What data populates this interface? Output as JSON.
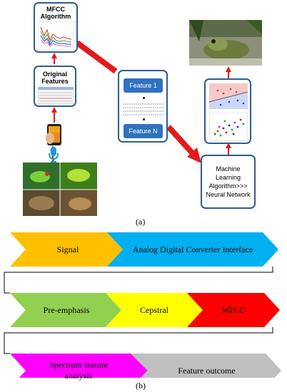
{
  "panel_a": {
    "mfcc_label_line1": "MFCC",
    "mfcc_label_line2": "Algorithm",
    "original_label_line1": "Original",
    "original_label_line2": "Features",
    "feature_first": "Feature 1",
    "feature_last": "Feature N",
    "ml_line1": "Machine",
    "ml_line2": "Learning",
    "ml_line3": "Algorithm>>>",
    "ml_line4": "Neural Network",
    "caption": "(a)"
  },
  "panel_b": {
    "row1": [
      "Signal",
      "Analog Digital Converter Interface"
    ],
    "row2": [
      "Pre-emphasis",
      "Cepstral",
      "MFCC"
    ],
    "row3": [
      "Spectrum feature analysis",
      "Feature outcome"
    ],
    "caption": "(b)"
  },
  "colors": {
    "box_border": "#2e5d8f",
    "feature_blue": "#2f72c0",
    "arrow_red": "#e21a1a",
    "signal": "#ffc000",
    "adc": "#00b0f0",
    "preemphasis": "#92d050",
    "cepstral": "#ffff00",
    "mfcc": "#ff0000",
    "spectrum": "#ff00ff",
    "outcome": "#bfbfbf"
  }
}
